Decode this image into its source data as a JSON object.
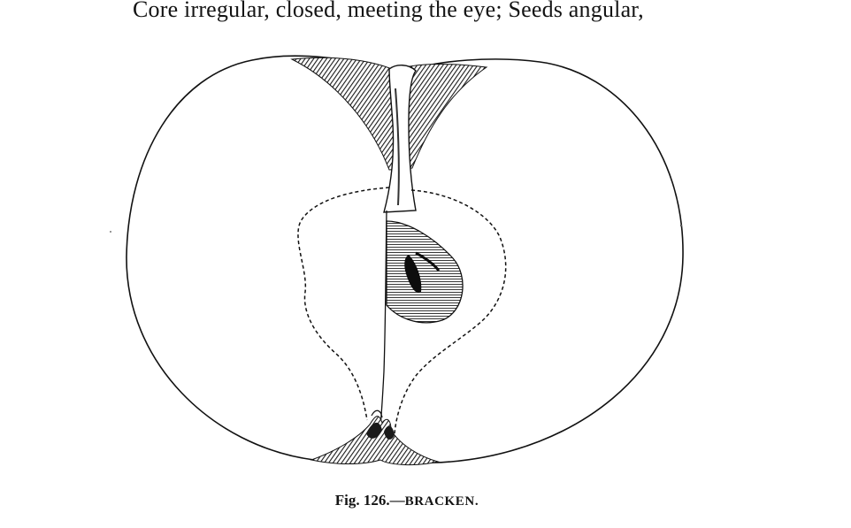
{
  "text": {
    "body_line": "Core irregular, closed, meeting the eye; Seeds angular,"
  },
  "figure": {
    "label": "Fig. 126.—",
    "title": "BRACKEN."
  }
}
